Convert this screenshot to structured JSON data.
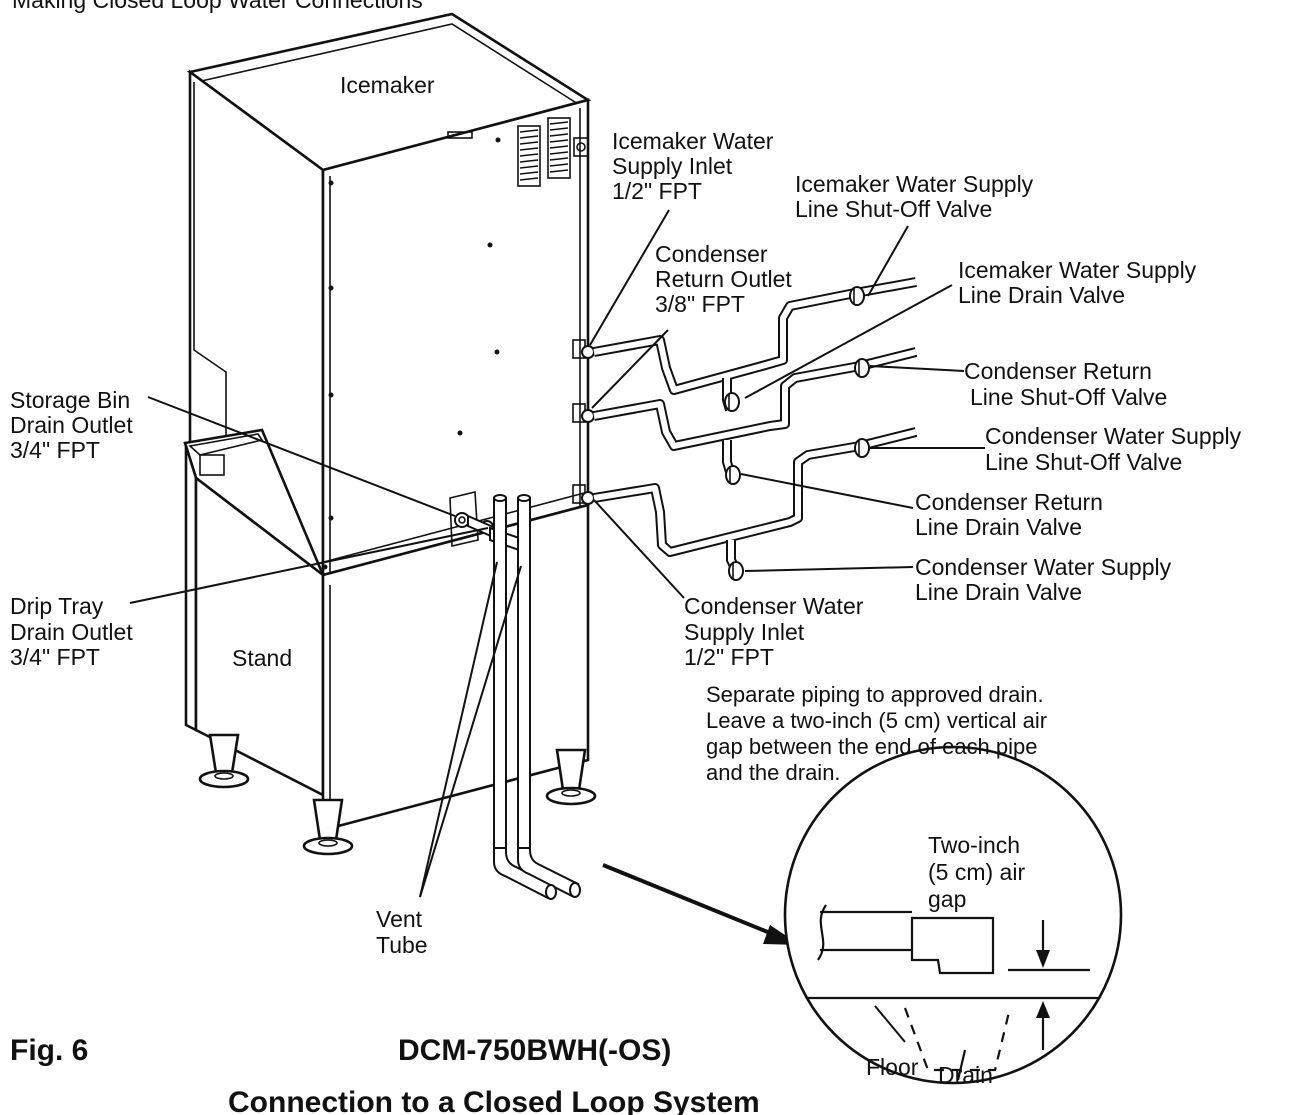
{
  "top_text": "Making Closed Loop Water Connections",
  "labels": {
    "icemaker": "Icemaker",
    "stand": "Stand",
    "icemaker_water_supply_inlet": [
      "Icemaker Water",
      "Supply Inlet",
      "1/2\" FPT"
    ],
    "condenser_return_outlet": [
      "Condenser",
      "Return Outlet",
      "3/8\" FPT"
    ],
    "icemaker_shutoff_valve": [
      "Icemaker Water Supply",
      "Line Shut-Off Valve"
    ],
    "icemaker_drain_valve": [
      "Icemaker Water Supply",
      "Line Drain Valve"
    ],
    "condenser_return_shutoff": [
      "Condenser Return",
      "Line Shut-Off Valve"
    ],
    "condenser_supply_shutoff": [
      "Condenser Water Supply",
      "Line Shut-Off Valve"
    ],
    "condenser_return_drain": [
      "Condenser Return",
      "Line Drain Valve"
    ],
    "condenser_supply_drain": [
      "Condenser Water Supply",
      "Line Drain Valve"
    ],
    "condenser_supply_inlet": [
      "Condenser Water",
      "Supply Inlet",
      "1/2\" FPT"
    ],
    "storage_bin_drain": [
      "Storage Bin",
      "Drain Outlet",
      "3/4\" FPT"
    ],
    "drip_tray_drain": [
      "Drip Tray",
      "Drain Outlet",
      "3/4\" FPT"
    ],
    "vent_tube": [
      "Vent",
      "Tube"
    ]
  },
  "note": [
    "Separate piping to approved drain.",
    "Leave a two-inch (5 cm) vertical air",
    "gap between the end of each pipe",
    "and the drain."
  ],
  "detail": {
    "air_gap": [
      "Two-inch",
      "(5 cm) air",
      "gap"
    ],
    "floor": "Floor",
    "drain": "Drain"
  },
  "figure": {
    "number": "Fig. 6",
    "model": "DCM-750BWH(-OS)",
    "caption": "Connection to a Closed Loop System"
  }
}
